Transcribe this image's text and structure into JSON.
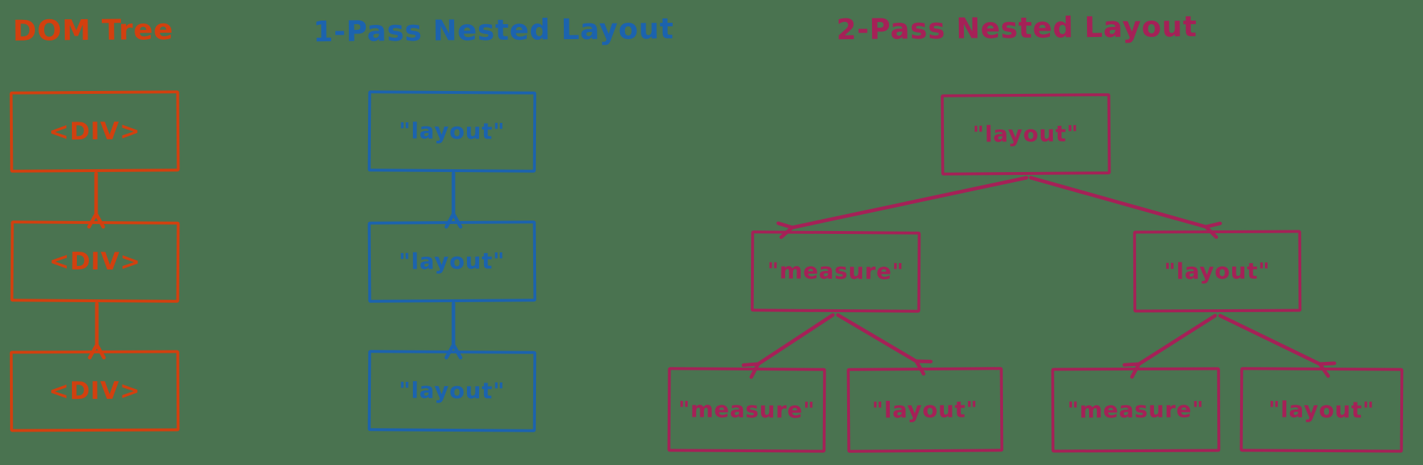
{
  "colors": {
    "background": "#4a7350",
    "orange": "#d2400f",
    "blue": "#1c63ae",
    "pink": "#a52157"
  },
  "dom_tree": {
    "title": "DOM Tree",
    "nodes": [
      "<DIV>",
      "<DIV>",
      "<DIV>"
    ]
  },
  "one_pass": {
    "title": "1-Pass Nested Layout",
    "nodes": [
      "\"layout\"",
      "\"layout\"",
      "\"layout\""
    ]
  },
  "two_pass": {
    "title": "2-Pass Nested Layout",
    "root": "\"layout\"",
    "children": [
      "\"measure\"",
      "\"layout\""
    ],
    "grandchildren": [
      "\"measure\"",
      "\"layout\"",
      "\"measure\"",
      "\"layout\""
    ]
  }
}
